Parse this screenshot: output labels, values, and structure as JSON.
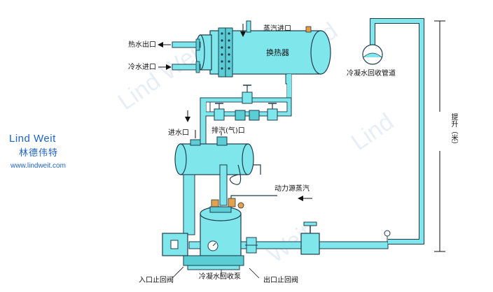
{
  "brand": {
    "name": "Lind Weit",
    "name_cn": "林德伟特",
    "url": "www.lindweit.com",
    "color": "#1e63c6"
  },
  "labels": {
    "steam_inlet": "蒸汽进口",
    "hot_water_out": "热水出口",
    "cold_water_in": "冷水进口",
    "heat_exchanger": "换热器",
    "condensate_pipe": "冷凝水回收管道",
    "inlet_port": "进水口",
    "exhaust_port": "排汽(气)口",
    "power_steam": "动力源蒸汽",
    "inlet_check_valve": "入口止回阀",
    "recovery_pump": "冷凝水回收泵",
    "outlet_check_valve": "出口止回阀",
    "lift_height": "提升（米）"
  },
  "colors": {
    "equipment_fill": "#7fe7ec",
    "outline": "#1f3b4d",
    "pipe": "#7fe7ec"
  }
}
